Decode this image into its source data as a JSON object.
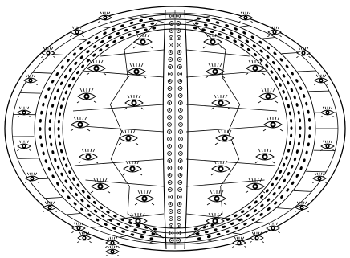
{
  "figure": {
    "subject": "echinoid-test-plate-pattern",
    "colors": {
      "ink": "#000000",
      "paper": "#ffffff"
    },
    "regions": [
      {
        "name": "interambulacrum",
        "count": 2,
        "icon": "large-tubercle-eye-icon"
      },
      {
        "name": "ambulacrum",
        "count": 2,
        "icon": "pore-pair-icon"
      },
      {
        "name": "central-column",
        "count": 1,
        "icon": "granule-icon"
      }
    ]
  }
}
